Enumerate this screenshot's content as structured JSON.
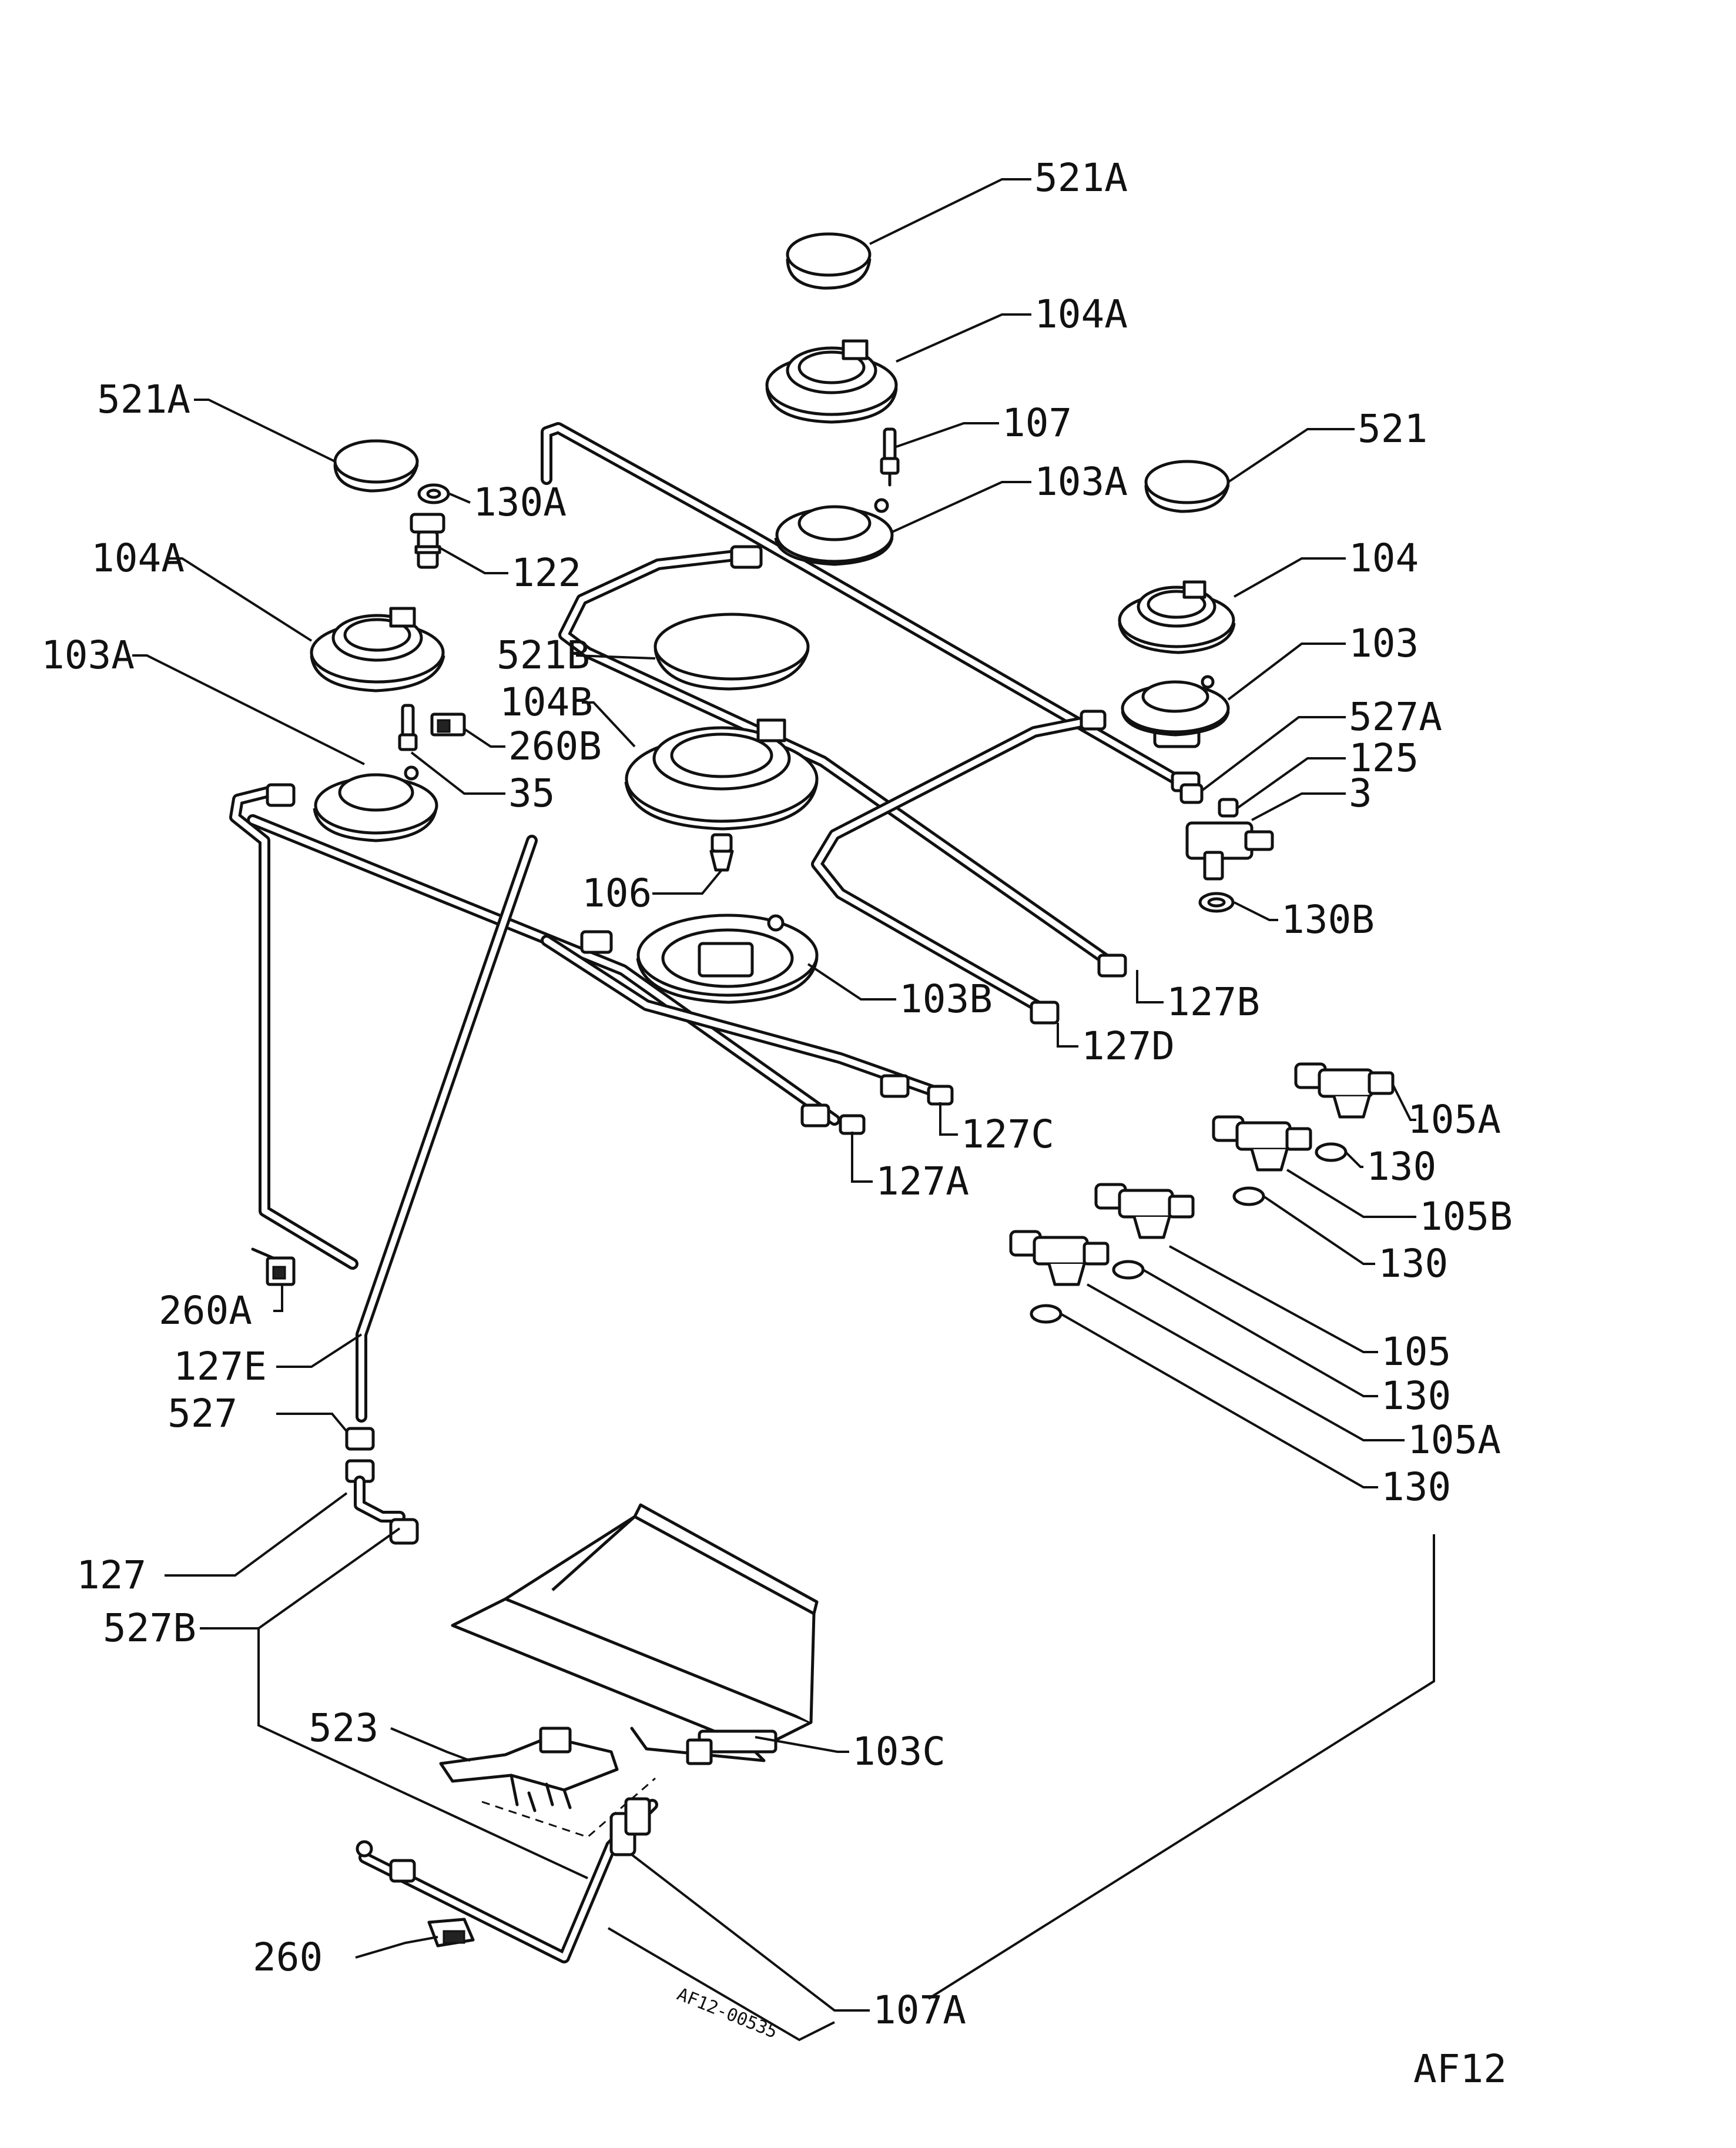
{
  "diagram": {
    "figure_code": "AF12",
    "drawing_ref": "AF12-00535",
    "labels": [
      {
        "id": "521a-top",
        "text": "521A"
      },
      {
        "id": "104a-top",
        "text": "104A"
      },
      {
        "id": "107",
        "text": "107"
      },
      {
        "id": "103a-top",
        "text": "103A"
      },
      {
        "id": "521",
        "text": "521"
      },
      {
        "id": "104",
        "text": "104"
      },
      {
        "id": "103",
        "text": "103"
      },
      {
        "id": "527a",
        "text": "527A"
      },
      {
        "id": "125",
        "text": "125"
      },
      {
        "id": "3",
        "text": "3"
      },
      {
        "id": "130b",
        "text": "130B"
      },
      {
        "id": "521a-left",
        "text": "521A"
      },
      {
        "id": "130a",
        "text": "130A"
      },
      {
        "id": "122",
        "text": "122"
      },
      {
        "id": "104a-left",
        "text": "104A"
      },
      {
        "id": "103a-left",
        "text": "103A"
      },
      {
        "id": "521b",
        "text": "521B"
      },
      {
        "id": "104b",
        "text": "104B"
      },
      {
        "id": "260b",
        "text": "260B"
      },
      {
        "id": "35",
        "text": "35"
      },
      {
        "id": "106",
        "text": "106"
      },
      {
        "id": "103b",
        "text": "103B"
      },
      {
        "id": "127b",
        "text": "127B"
      },
      {
        "id": "127d",
        "text": "127D"
      },
      {
        "id": "127c",
        "text": "127C"
      },
      {
        "id": "127a",
        "text": "127A"
      },
      {
        "id": "105a-1",
        "text": "105A"
      },
      {
        "id": "130-1",
        "text": "130"
      },
      {
        "id": "105b",
        "text": "105B"
      },
      {
        "id": "130-2",
        "text": "130"
      },
      {
        "id": "105",
        "text": "105"
      },
      {
        "id": "130-3",
        "text": "130"
      },
      {
        "id": "105a-2",
        "text": "105A"
      },
      {
        "id": "130-4",
        "text": "130"
      },
      {
        "id": "260a",
        "text": "260A"
      },
      {
        "id": "127e",
        "text": "127E"
      },
      {
        "id": "527",
        "text": "527"
      },
      {
        "id": "127",
        "text": "127"
      },
      {
        "id": "527b",
        "text": "527B"
      },
      {
        "id": "103c",
        "text": "103C"
      },
      {
        "id": "523",
        "text": "523"
      },
      {
        "id": "260",
        "text": "260"
      },
      {
        "id": "107a",
        "text": "107A"
      }
    ]
  }
}
